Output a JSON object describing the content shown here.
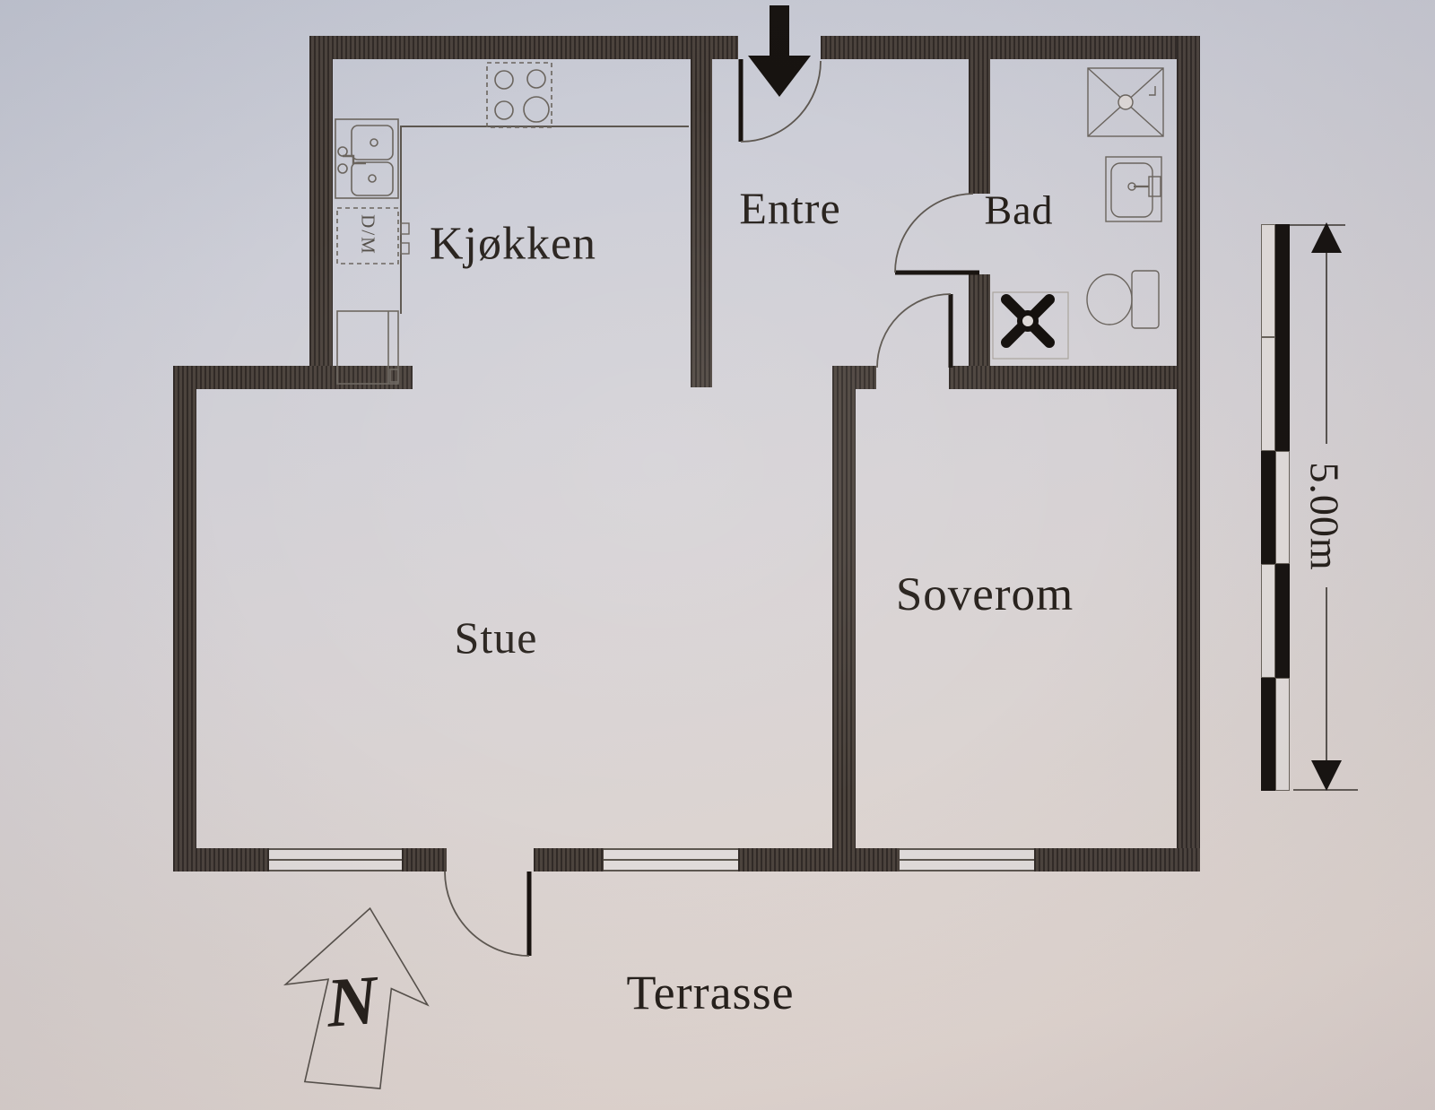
{
  "labels": {
    "kitchen": "Kjøkken",
    "entry": "Entre",
    "bathroom": "Bad",
    "living_room": "Stue",
    "bedroom": "Soverom",
    "terrace": "Terrasse"
  },
  "annotations": {
    "north": "N",
    "scale": "5.00m",
    "dishwasher": "D/M"
  },
  "colors": {
    "wall": "#453d38",
    "thin_line": "#5d5750",
    "text": "#26201b",
    "door_leaf": "#17120e",
    "paper_top": "#c3c7d3",
    "paper_bottom": "#e3d8d2"
  },
  "icons": [
    "stove-icon",
    "kitchen-sink-icon",
    "dishwasher-icon",
    "kitchen-cabinet-icon",
    "shower-icon",
    "bathroom-sink-icon",
    "toilet-icon",
    "floor-drain-icon",
    "entry-arrow-icon",
    "north-arrow-icon",
    "scale-bar",
    "door-arc",
    "window"
  ]
}
